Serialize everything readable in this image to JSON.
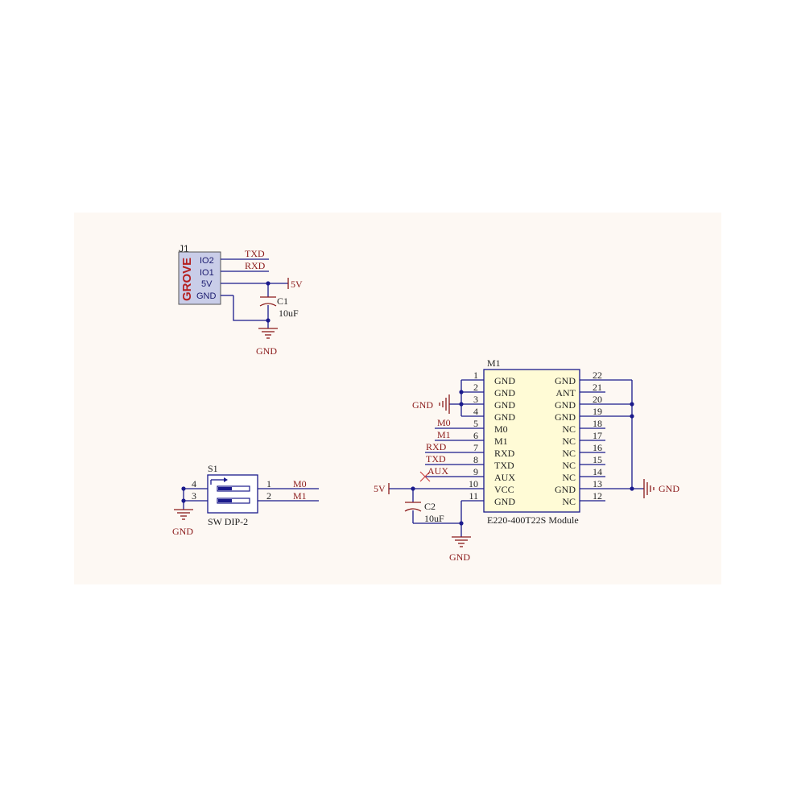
{
  "colors": {
    "page_bg": "#ffffff",
    "sheet_bg": "#fdf8f3",
    "wire": "#1a1a8c",
    "net_label": "#8b1a1a",
    "module_fill": "#fffbd6",
    "grove_fill": "#c9cde8"
  },
  "j1": {
    "designator": "J1",
    "body_text": "GROVE",
    "pins": [
      "IO2",
      "IO1",
      "5V",
      "GND"
    ],
    "nets": {
      "txd": "TXD",
      "rxd": "RXD",
      "vcc": "5V",
      "gnd": "GND"
    }
  },
  "c1": {
    "designator": "C1",
    "value": "10uF"
  },
  "s1": {
    "designator": "S1",
    "value": "SW DIP-2",
    "pin_numbers": [
      "4",
      "3",
      "1",
      "2"
    ],
    "nets": {
      "m0": "M0",
      "m1": "M1",
      "gnd": "GND"
    }
  },
  "m1": {
    "designator": "M1",
    "value": "E220-400T22S Module",
    "left_pins": [
      {
        "num": "1",
        "name": "GND"
      },
      {
        "num": "2",
        "name": "GND"
      },
      {
        "num": "3",
        "name": "GND"
      },
      {
        "num": "4",
        "name": "GND"
      },
      {
        "num": "5",
        "name": "M0"
      },
      {
        "num": "6",
        "name": "M1"
      },
      {
        "num": "7",
        "name": "RXD"
      },
      {
        "num": "8",
        "name": "TXD"
      },
      {
        "num": "9",
        "name": "AUX"
      },
      {
        "num": "10",
        "name": "VCC"
      },
      {
        "num": "11",
        "name": "GND"
      }
    ],
    "right_pins": [
      {
        "num": "22",
        "name": "GND"
      },
      {
        "num": "21",
        "name": "ANT"
      },
      {
        "num": "20",
        "name": "GND"
      },
      {
        "num": "19",
        "name": "GND"
      },
      {
        "num": "18",
        "name": "NC"
      },
      {
        "num": "17",
        "name": "NC"
      },
      {
        "num": "16",
        "name": "NC"
      },
      {
        "num": "15",
        "name": "NC"
      },
      {
        "num": "14",
        "name": "NC"
      },
      {
        "num": "13",
        "name": "GND"
      },
      {
        "num": "12",
        "name": "NC"
      }
    ],
    "left_nets": {
      "gnd": "GND",
      "m0": "M0",
      "m1": "M1",
      "rxd": "RXD",
      "txd": "TXD",
      "aux": "AUX",
      "vcc": "5V"
    },
    "right_net": "GND"
  },
  "c2": {
    "designator": "C2",
    "value": "10uF",
    "gnd": "GND"
  }
}
